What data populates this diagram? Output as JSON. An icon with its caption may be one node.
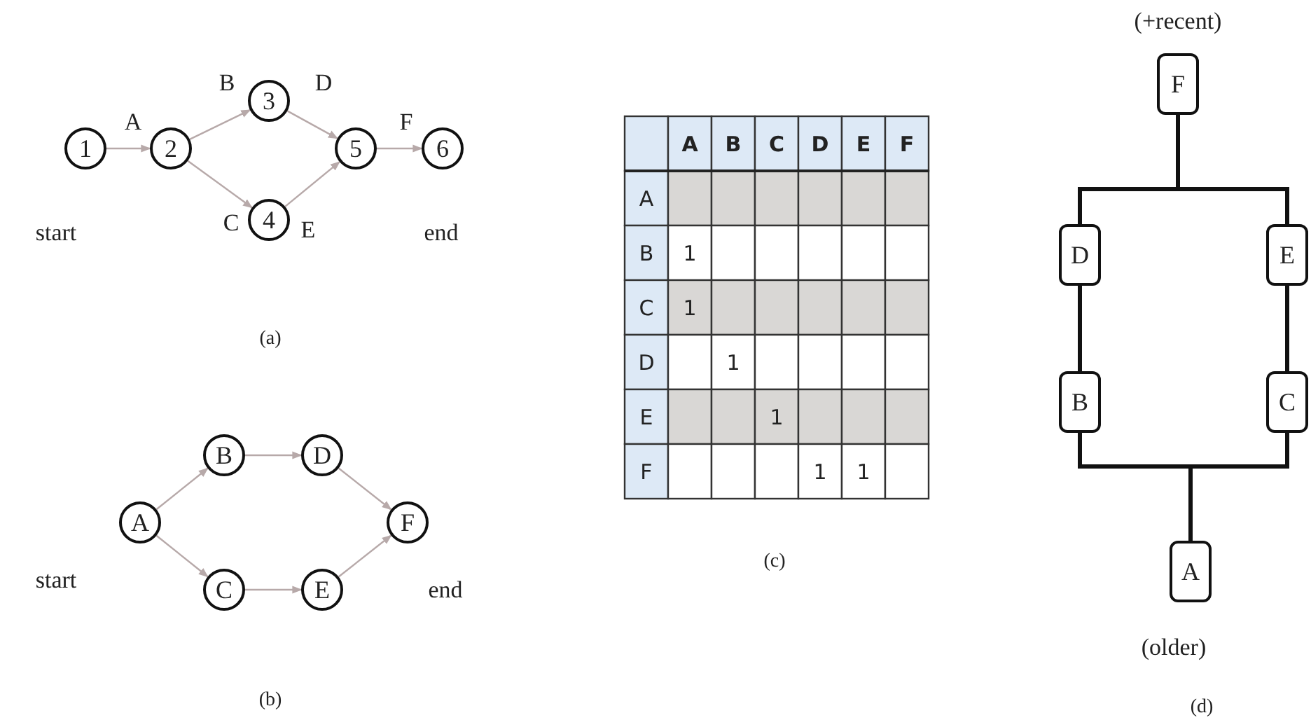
{
  "diagram": {
    "nodes": [
      {
        "text": [
          "1"
        ]
      },
      {
        "text": [
          "2"
        ]
      },
      {
        "text": [
          "3"
        ]
      },
      {
        "text": [
          "4"
        ]
      },
      {
        "text": [
          "5"
        ]
      },
      {
        "text": [
          "6"
        ]
      },
      {
        "text": [
          "A"
        ]
      },
      {
        "text": [
          "B"
        ]
      },
      {
        "text": [
          "D"
        ]
      },
      {
        "text": [
          "F"
        ]
      },
      {
        "text": [
          "C"
        ]
      },
      {
        "text": [
          "E"
        ]
      },
      {
        "text": [
          "F"
        ],
        "beside": [
          "(+recent)"
        ]
      },
      {
        "text": [
          "D"
        ]
      },
      {
        "text": [
          "E"
        ]
      },
      {
        "text": [
          "B"
        ]
      },
      {
        "text": [
          "C"
        ]
      },
      {
        "text": [
          "A"
        ],
        "beside": [
          "(older)"
        ]
      }
    ],
    "edges": [
      {
        "from": 0,
        "to": 1,
        "arrow": "to",
        "label": "A"
      },
      {
        "from": 1,
        "to": 2,
        "arrow": "to",
        "label": "B"
      },
      {
        "from": 1,
        "to": 3,
        "arrow": "to",
        "label": "C"
      },
      {
        "from": 2,
        "to": 4,
        "arrow": "to",
        "label": "D"
      },
      {
        "from": 3,
        "to": 4,
        "arrow": "to",
        "label": "E"
      },
      {
        "from": 4,
        "to": 5,
        "arrow": "to",
        "label": "F"
      },
      {
        "from": 6,
        "to": 7,
        "arrow": "to"
      },
      {
        "from": 6,
        "to": 10,
        "arrow": "to"
      },
      {
        "from": 7,
        "to": 8,
        "arrow": "to"
      },
      {
        "from": 10,
        "to": 11,
        "arrow": "to"
      },
      {
        "from": 8,
        "to": 9,
        "arrow": "to"
      },
      {
        "from": 11,
        "to": 9,
        "arrow": "to"
      },
      {
        "from": 12,
        "to": 13,
        "arrow": "none",
        "style": "thick",
        "color": "#111111"
      },
      {
        "from": 12,
        "to": 14,
        "arrow": "none",
        "style": "thick",
        "color": "#111111"
      },
      {
        "from": 13,
        "to": 15,
        "arrow": "none",
        "style": "thick",
        "color": "#111111"
      },
      {
        "from": 14,
        "to": 16,
        "arrow": "none",
        "style": "thick",
        "color": "#111111"
      },
      {
        "from": 15,
        "to": 17,
        "arrow": "none",
        "style": "thick",
        "color": "#111111"
      },
      {
        "from": 16,
        "to": 17,
        "arrow": "none",
        "style": "thick",
        "color": "#111111"
      }
    ],
    "labels": [
      "start",
      "end",
      "(a)",
      "A",
      "B",
      "C",
      "D",
      "E",
      "F",
      "A",
      "B",
      "1",
      "C",
      "1",
      "D",
      "1",
      "E",
      "1",
      "F",
      "1",
      "1",
      "(c)",
      "start",
      "end",
      "(b)",
      "(d)"
    ]
  }
}
